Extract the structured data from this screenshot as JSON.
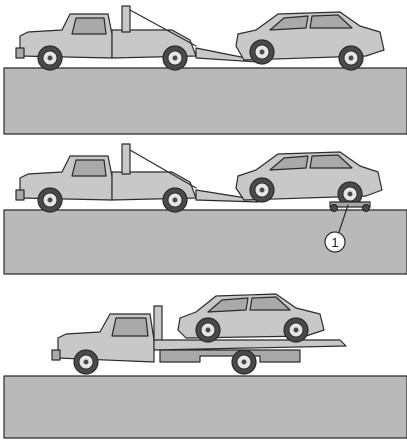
{
  "colors": {
    "ground": "#b9b9b9",
    "body": "#c8c8c8",
    "body_dark": "#a9a9a9",
    "tire": "#4a4a4a",
    "rim": "#e6e6e6",
    "outline": "#2b2b2b"
  },
  "panels": [
    {
      "name": "tow-truck-wheel-lift"
    },
    {
      "name": "tow-truck-wheel-lift-with-dolly"
    },
    {
      "name": "flatbed-truck"
    }
  ],
  "callout": {
    "label": "1"
  }
}
